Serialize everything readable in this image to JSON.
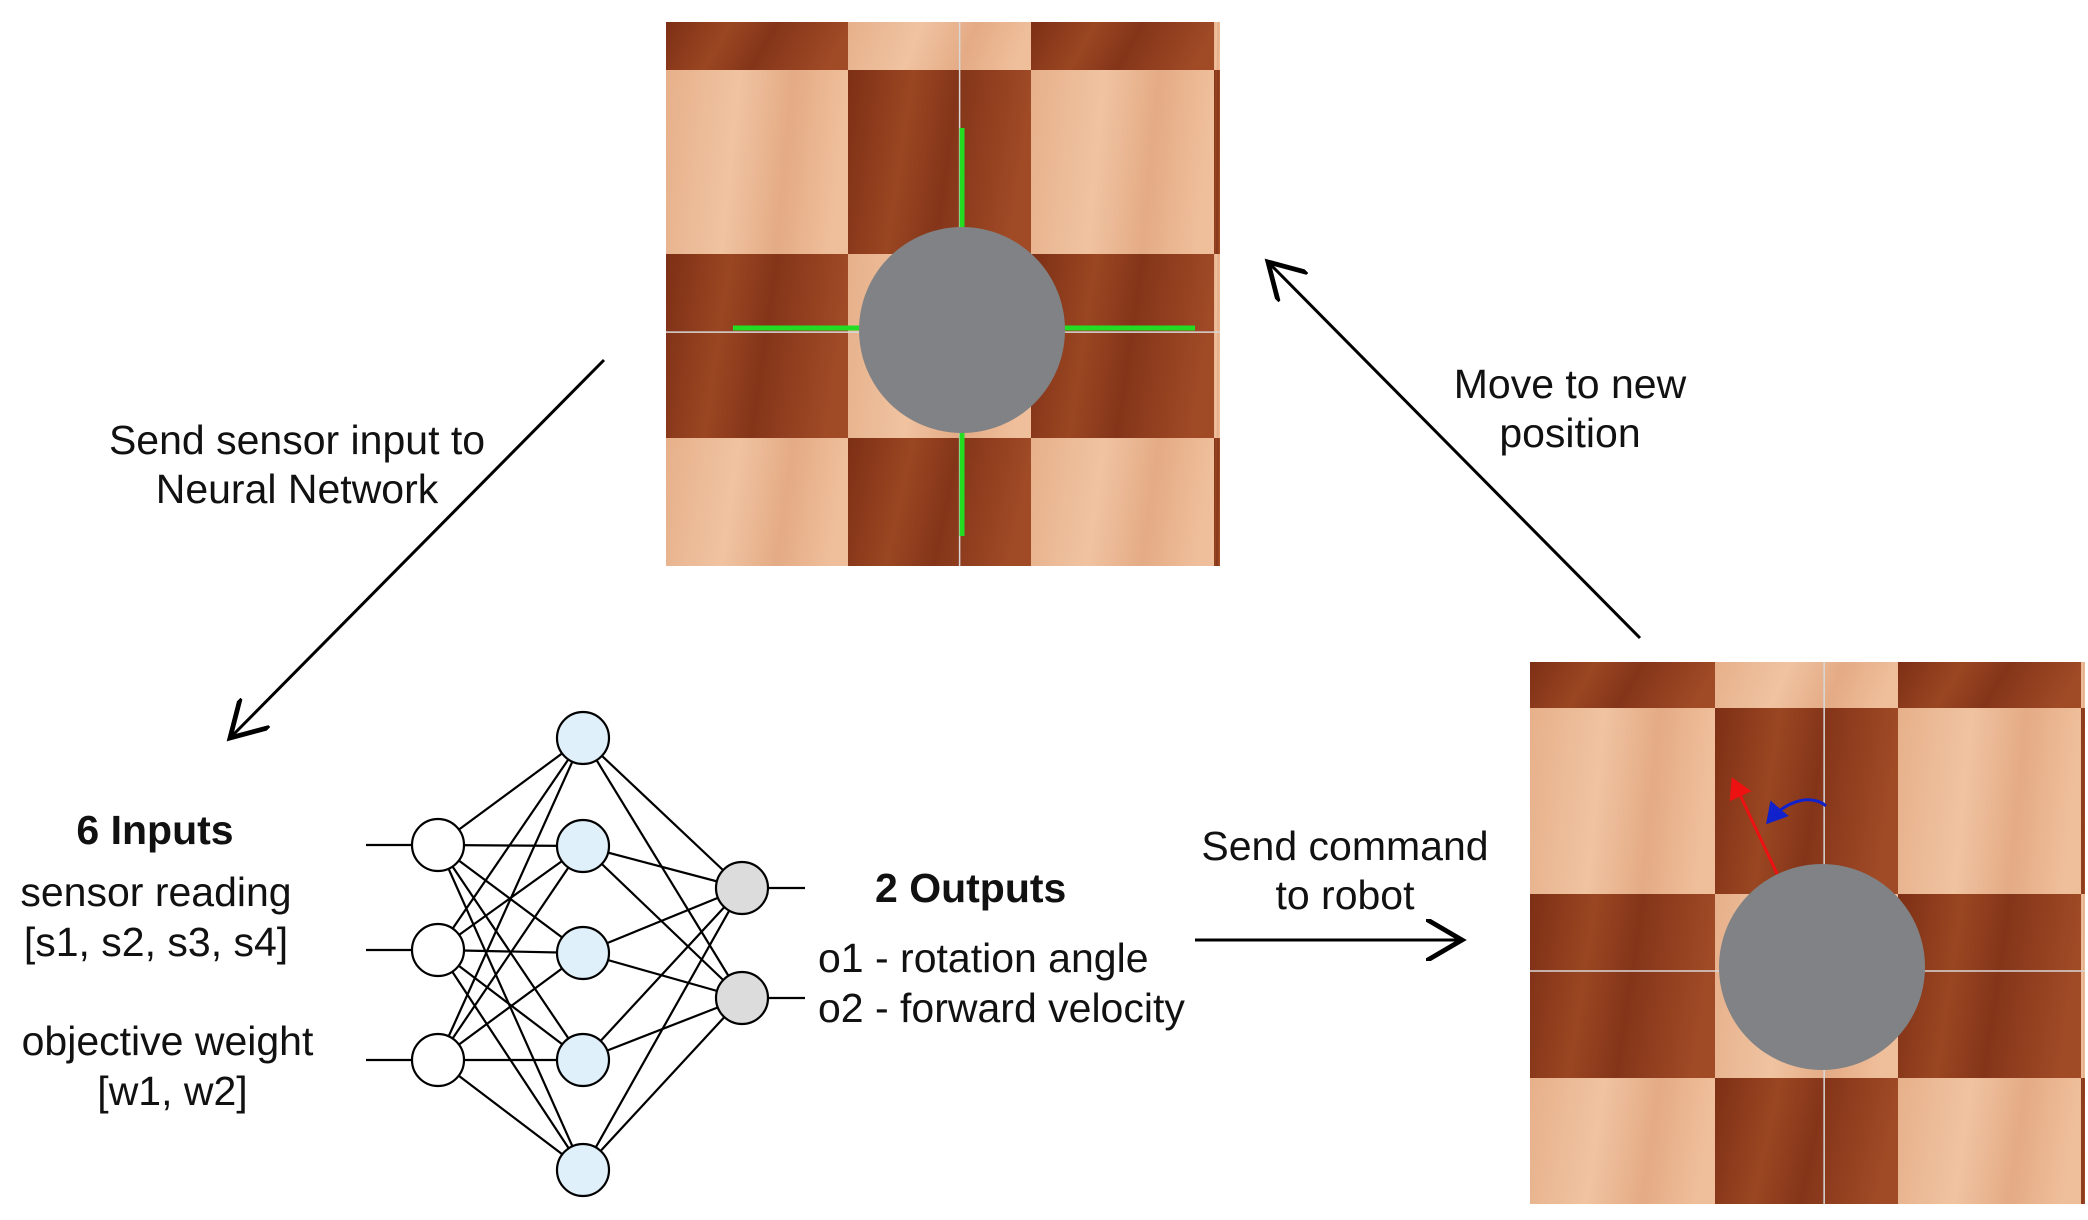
{
  "top_scene": {
    "name": "top-robot-scene"
  },
  "bottom_scene": {
    "name": "bottom-robot-scene"
  },
  "labels": {
    "send_sensor_line1": "Send sensor input to",
    "send_sensor_line2": "Neural Network",
    "move_line1": "Move to new",
    "move_line2": "position",
    "inputs_title": "6 Inputs",
    "sensor_reading": "sensor reading",
    "sensor_list": "[s1, s2, s3, s4]",
    "objective_weight": "objective weight",
    "weight_list": "[w1, w2]",
    "outputs_title": "2 Outputs",
    "o1": "o1 - rotation angle",
    "o2": "o2 - forward velocity",
    "send_command_line1": "Send command",
    "send_command_line2": "to robot"
  },
  "network": {
    "input_nodes": 3,
    "hidden_nodes": 5,
    "output_nodes": 2
  },
  "colors": {
    "dark_wood": "#8a3a1c",
    "light_wood": "#e8b58f",
    "robot": "#808285",
    "sensor_beam": "#22dd22",
    "heading_arrow": "#ee1111",
    "rotation_arrow": "#1122cc",
    "hidden_node": "#dff0fa",
    "output_node": "#dcdcdc",
    "input_node": "#ffffff"
  }
}
